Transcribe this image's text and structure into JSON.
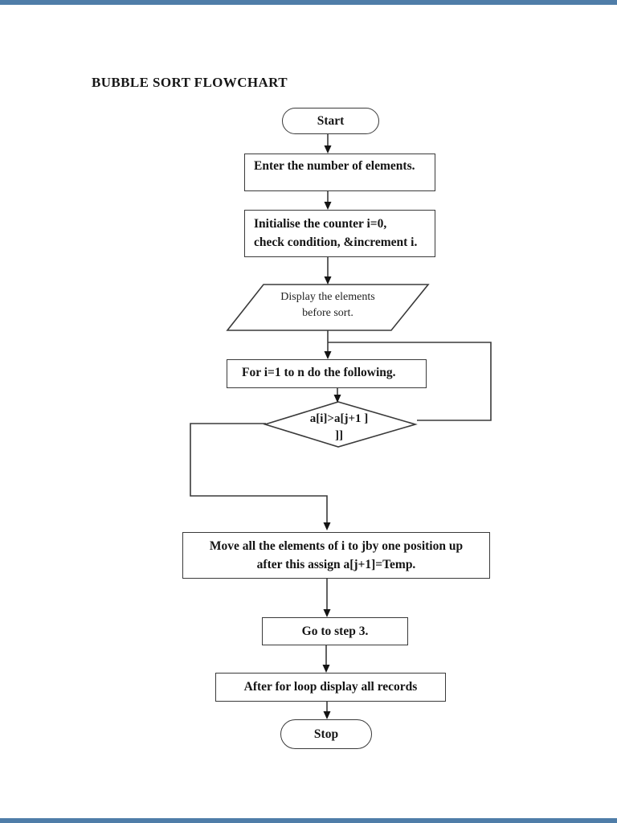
{
  "page": {
    "title": "BUBBLE SORT FLOWCHART"
  },
  "flowchart": {
    "start": {
      "label": "Start"
    },
    "enter": {
      "label": "Enter the number of elements."
    },
    "init": {
      "line1": "Initialise the counter i=0,",
      "line2": "check condition, &increment i."
    },
    "display": {
      "line1": "Display the elements",
      "line2": "before sort."
    },
    "forloop": {
      "label": "For i=1 to n do the following."
    },
    "decision": {
      "line1": "a[i]>a[j+1 ]",
      "line2": "]]"
    },
    "move": {
      "line1": "Move all the elements of i to jby one position up",
      "line2": "after this assign a[j+1]=Temp."
    },
    "goto": {
      "label": "Go to step 3."
    },
    "after": {
      "label": "After for loop display all records"
    },
    "stop": {
      "label": "Stop"
    }
  },
  "colors": {
    "stroke": "#3a3a3a",
    "text": "#141414",
    "page_edge_blue": "#4f7da8",
    "background": "#ffffff"
  }
}
